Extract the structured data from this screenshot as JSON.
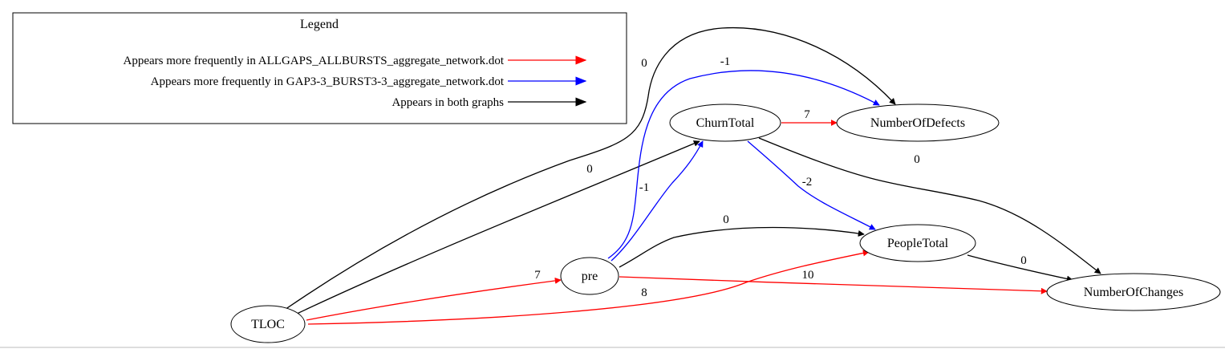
{
  "legend": {
    "title": "Legend",
    "items": [
      {
        "text": "Appears more frequently in ALLGAPS_ALLBURSTS_aggregate_network.dot",
        "color": "#ff0000"
      },
      {
        "text": "Appears more frequently in GAP3-3_BURST3-3_aggregate_network.dot",
        "color": "#0000ff"
      },
      {
        "text": "Appears in both graphs",
        "color": "#000000"
      }
    ]
  },
  "nodes": {
    "tloc": "TLOC",
    "pre": "pre",
    "churn_total": "ChurnTotal",
    "people_total": "PeopleTotal",
    "number_of_defects": "NumberOfDefects",
    "number_of_changes": "NumberOfChanges"
  },
  "edges": [
    {
      "id": "tloc-defects",
      "from": "TLOC",
      "to": "NumberOfDefects",
      "label": "0",
      "color": "#000000"
    },
    {
      "id": "tloc-churn",
      "from": "TLOC",
      "to": "ChurnTotal",
      "label": "0",
      "color": "#000000"
    },
    {
      "id": "tloc-pre",
      "from": "TLOC",
      "to": "pre",
      "label": "7",
      "color": "#ff0000"
    },
    {
      "id": "tloc-people",
      "from": "TLOC",
      "to": "PeopleTotal",
      "label": "8",
      "color": "#ff0000"
    },
    {
      "id": "pre-defects",
      "from": "pre",
      "to": "NumberOfDefects",
      "label": "-1",
      "color": "#0000ff"
    },
    {
      "id": "pre-churn",
      "from": "pre",
      "to": "ChurnTotal",
      "label": "-1",
      "color": "#0000ff"
    },
    {
      "id": "pre-people",
      "from": "pre",
      "to": "PeopleTotal",
      "label": "0",
      "color": "#000000"
    },
    {
      "id": "pre-changes",
      "from": "pre",
      "to": "NumberOfChanges",
      "label": "10",
      "color": "#ff0000"
    },
    {
      "id": "churn-defects",
      "from": "ChurnTotal",
      "to": "NumberOfDefects",
      "label": "7",
      "color": "#ff0000"
    },
    {
      "id": "churn-people",
      "from": "ChurnTotal",
      "to": "PeopleTotal",
      "label": "-2",
      "color": "#0000ff"
    },
    {
      "id": "churn-changes",
      "from": "ChurnTotal",
      "to": "NumberOfChanges",
      "label": "0",
      "color": "#000000"
    },
    {
      "id": "people-changes",
      "from": "PeopleTotal",
      "to": "NumberOfChanges",
      "label": "0",
      "color": "#000000"
    }
  ]
}
